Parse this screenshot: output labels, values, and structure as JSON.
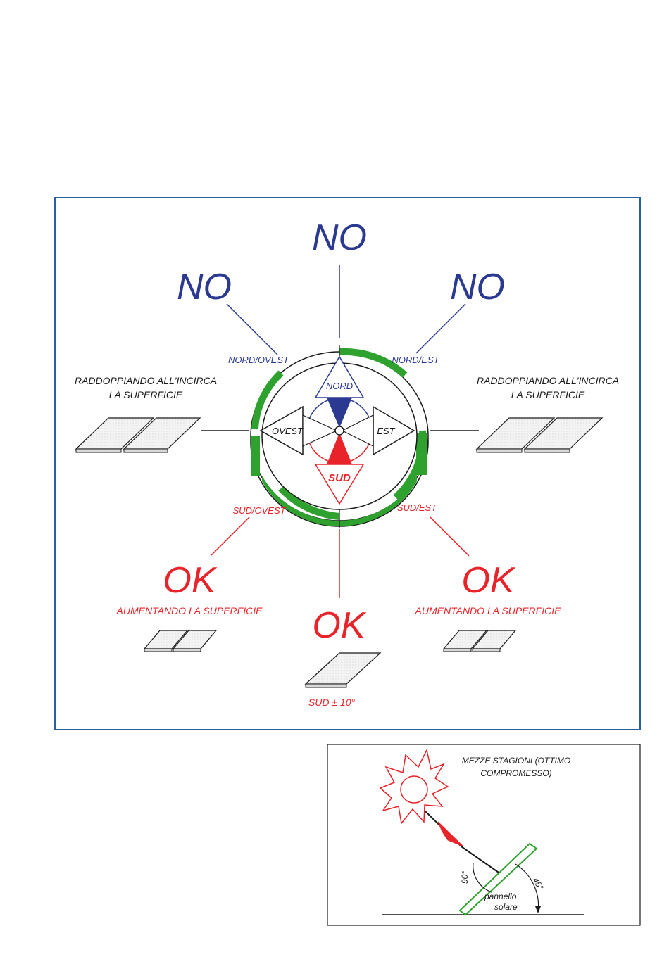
{
  "colors": {
    "blue": "#2b3990",
    "red": "#e8232a",
    "green": "#2fa12f",
    "frame": "#2a5f9e",
    "dark": "#1a1a1a"
  },
  "orientation": {
    "north_verdict": "NO",
    "northwest_verdict": "NO",
    "northeast_verdict": "NO",
    "northwest_label": "NORD/OVEST",
    "northeast_label": "NORD/EST",
    "west_note": [
      "RADDOPPIANDO ALL'INCIRCA",
      "LA SUPERFICIE"
    ],
    "east_note": [
      "RADDOPPIANDO ALL'INCIRCA",
      "LA SUPERFICIE"
    ],
    "southwest_label": "SUD/OVEST",
    "southeast_label": "SUD/EST",
    "southwest_verdict": "OK",
    "southeast_verdict": "OK",
    "south_verdict": "OK",
    "southwest_note": "AUMENTANDO LA SUPERFICIE",
    "southeast_note": "AUMENTANDO LA SUPERFICIE",
    "south_note": "SUD ± 10°",
    "compass": {
      "north": "NORD",
      "south": "SUD",
      "west": "OVEST",
      "east": "EST"
    }
  },
  "tilt": {
    "title": [
      "MEZZE STAGIONI (OTTIMO",
      "COMPROMESSO)"
    ],
    "angle_perpendicular": "90°",
    "angle_tilt": "45°",
    "panel_label": [
      "pannello",
      "solare"
    ]
  }
}
